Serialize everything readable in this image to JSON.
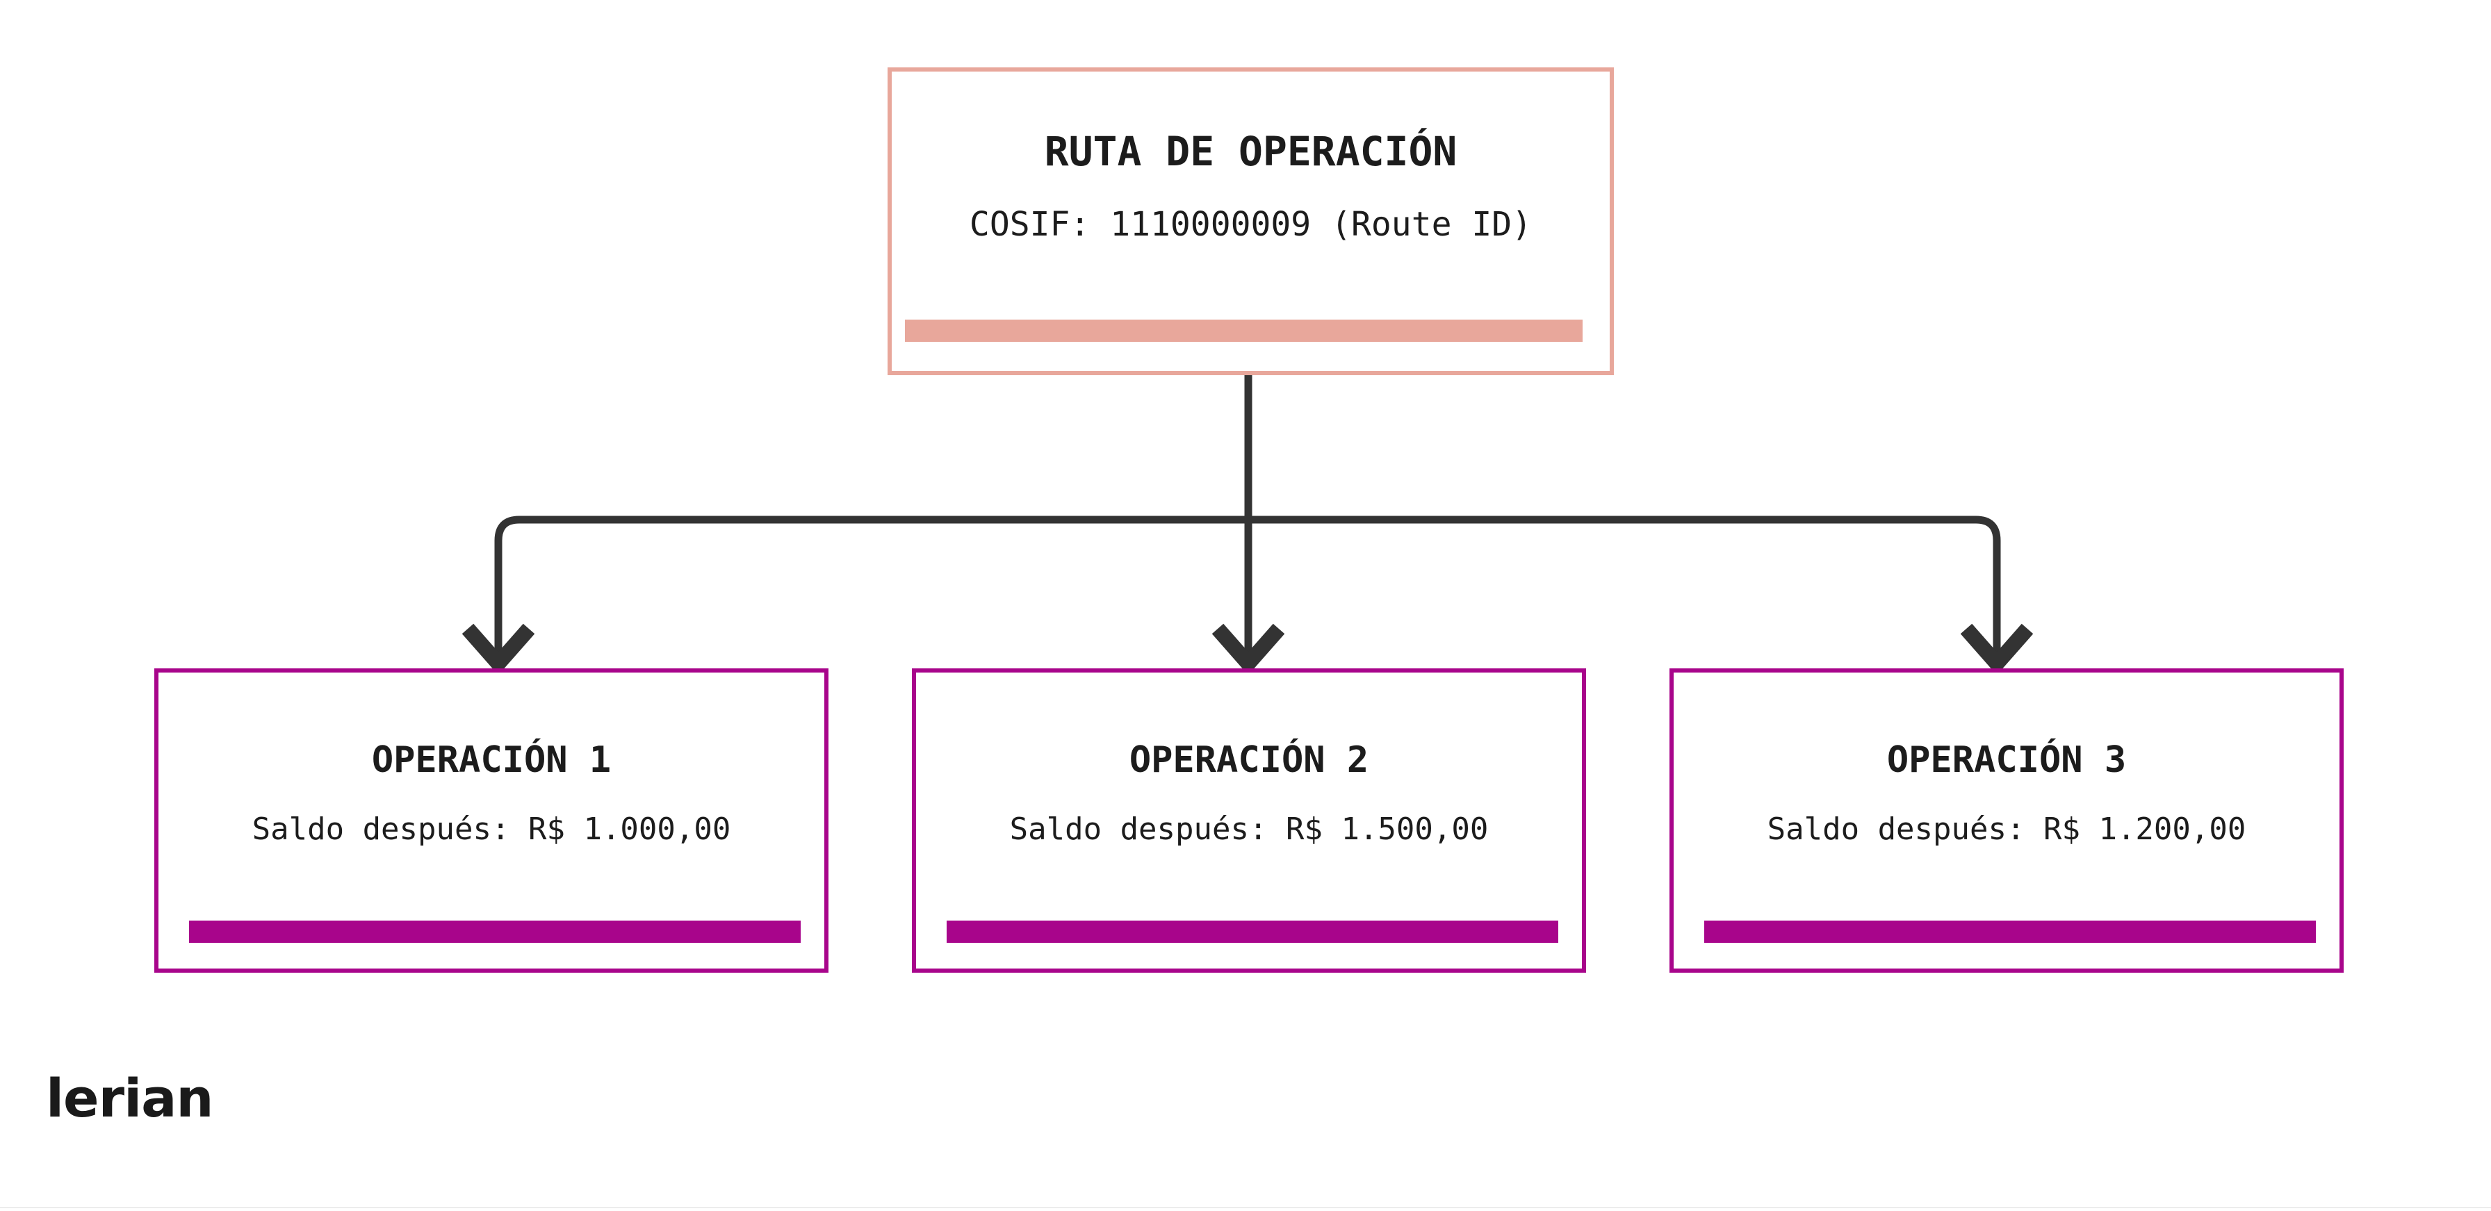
{
  "diagram": {
    "title_semantic": "operation-route-tree",
    "background_color": "#ffffff",
    "connector_color": "#333333",
    "root": {
      "title": "RUTA DE OPERACIÓN",
      "subtitle": "COSIF: 1110000009 (Route ID)",
      "border_color": "#E8A79B",
      "bar_color": "#E8A79B"
    },
    "children": [
      {
        "title": "OPERACIÓN 1",
        "subtitle": "Saldo después: R$ 1.000,00",
        "border_color": "#A8058B",
        "bar_color": "#A8058B"
      },
      {
        "title": "OPERACIÓN 2",
        "subtitle": "Saldo después: R$ 1.500,00",
        "border_color": "#A8058B",
        "bar_color": "#A8058B"
      },
      {
        "title": "OPERACIÓN 3",
        "subtitle": "Saldo después: R$ 1.200,00",
        "border_color": "#A8058B",
        "bar_color": "#A8058B"
      }
    ]
  },
  "brand": {
    "name": "lerian"
  }
}
